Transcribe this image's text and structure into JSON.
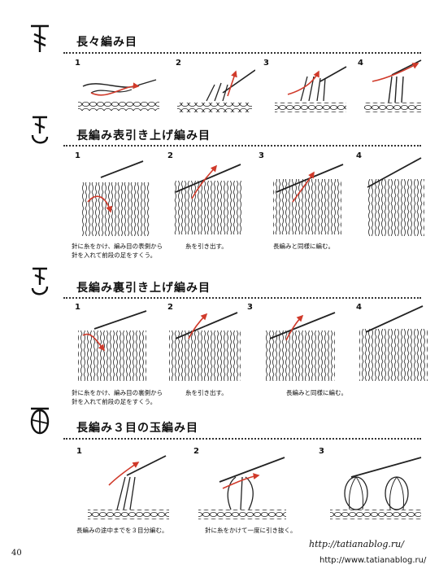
{
  "sections": [
    {
      "title": "長々編み目",
      "symbol_icon": "double-treble-crochet-symbol-icon",
      "steps": [
        "1",
        "2",
        "3",
        "4"
      ],
      "captions": [
        "",
        "",
        "",
        ""
      ]
    },
    {
      "title": "長編み表引き上げ編み目",
      "symbol_icon": "front-post-double-crochet-symbol-icon",
      "steps": [
        "1",
        "2",
        "3",
        "4"
      ],
      "captions": [
        "針に糸をかけ、編み目の表側から\n針を入れて前段の足をすくう。",
        "糸を引き出す。",
        "長編みと同様に編む。",
        ""
      ]
    },
    {
      "title": "長編み裏引き上げ編み目",
      "symbol_icon": "back-post-double-crochet-symbol-icon",
      "steps": [
        "1",
        "2",
        "3",
        "4"
      ],
      "captions": [
        "針に糸をかけ、編み目の裏側から\n針を入れて前段の足をすくう。",
        "糸を引き出す。",
        "長編みと同様に編む。",
        ""
      ]
    },
    {
      "title": "長編み３目の玉編み目",
      "symbol_icon": "three-double-crochet-bobble-symbol-icon",
      "steps": [
        "1",
        "2",
        "3"
      ],
      "captions": [
        "長編みの途中までを３目分編む。",
        "針に糸をかけて一度に引き抜く。",
        ""
      ]
    }
  ],
  "page_number": "40",
  "source_url": "http://tatianablog.ru/",
  "watermark": "http://www.tatianablog.ru/",
  "colors": {
    "arrow": "#d03a2a",
    "line": "#222222"
  }
}
